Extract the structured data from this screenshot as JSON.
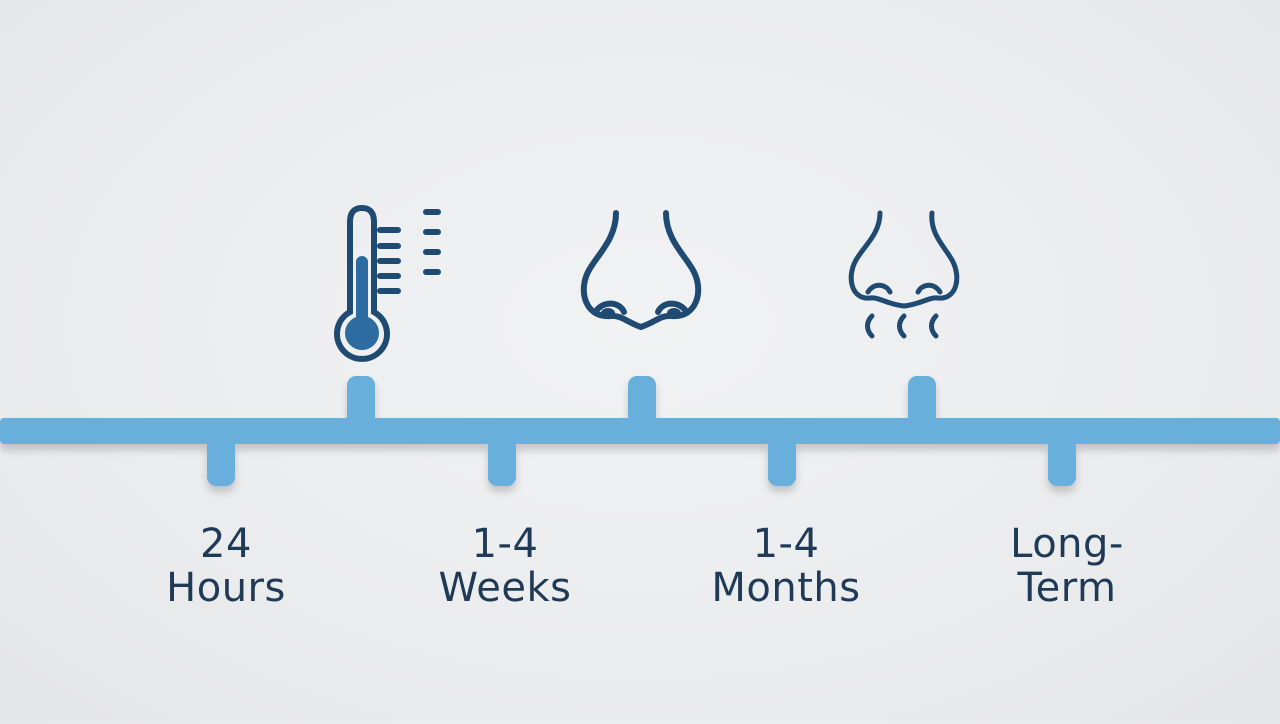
{
  "timeline": {
    "line_color": "#67afdc",
    "icon_color": "#1f4a72",
    "icon_fill": "#2d6ba0",
    "text_color": "#1f3a56",
    "milestones": [
      {
        "line1": "24",
        "line2": "Hours"
      },
      {
        "line1": "1-4",
        "line2": "Weeks"
      },
      {
        "line1": "1-4",
        "line2": "Months"
      },
      {
        "line1": "Long-",
        "line2": "Term"
      }
    ],
    "symptoms": [
      {
        "icon": "thermometer-icon"
      },
      {
        "icon": "nose-icon"
      },
      {
        "icon": "nose-breathing-icon"
      }
    ]
  }
}
